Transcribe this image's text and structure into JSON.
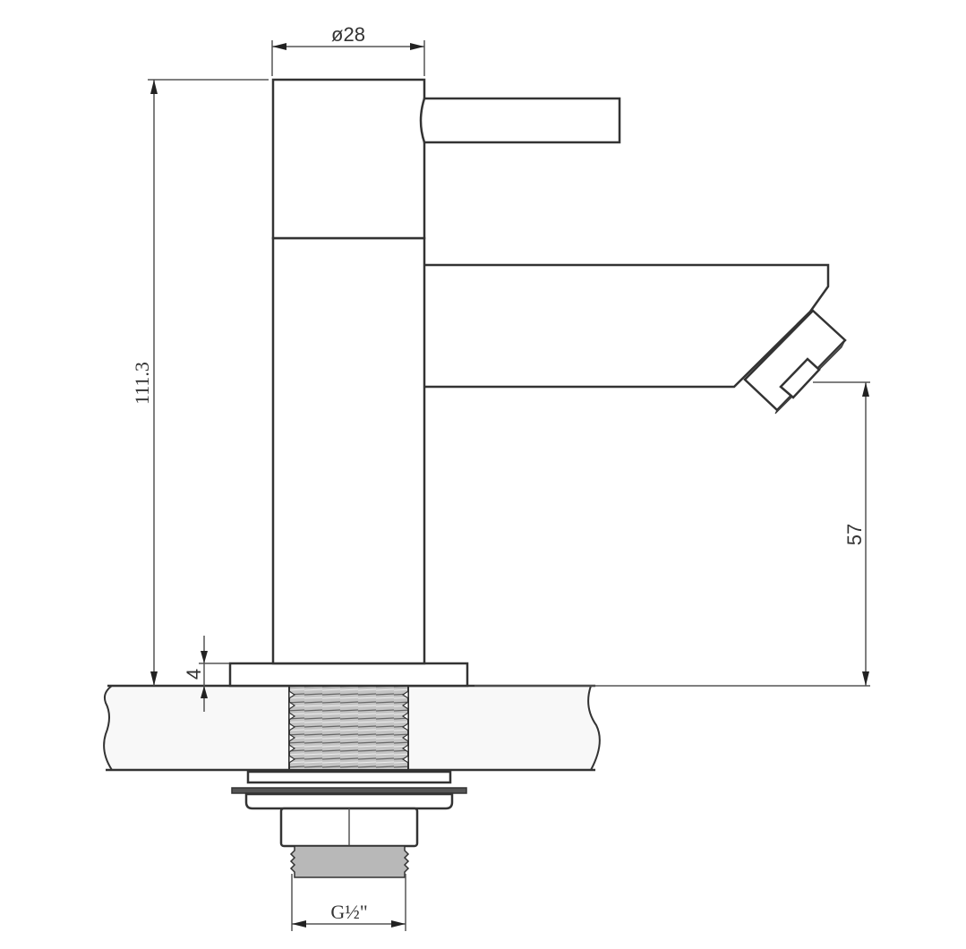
{
  "drawing": {
    "subject": "Basin tap (single lever faucet) technical side elevation",
    "dimensions": {
      "body_diameter": "ø28",
      "overall_height": "111.3",
      "spout_height": "57",
      "base_plate_thickness": "4",
      "connection_thread": "G½\""
    },
    "units": "mm",
    "colors": {
      "line": "#333333",
      "background": "#ffffff",
      "thread_fill": "#b8b8b8",
      "counter_speckle": "#555555"
    }
  }
}
